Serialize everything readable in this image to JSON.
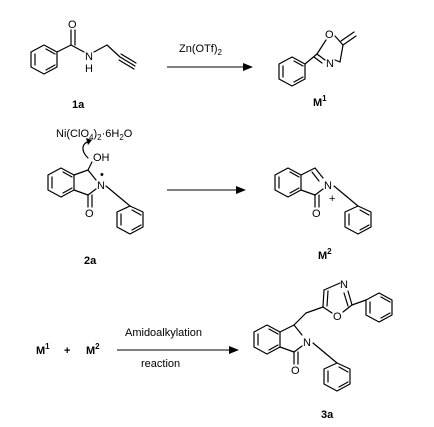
{
  "reaction_1": {
    "reagent": "Zn(OTf)",
    "reagent_sub": "2",
    "start_label": "1a",
    "product_label": "M",
    "product_sup": "1"
  },
  "reaction_2": {
    "reagent": "Ni(ClO",
    "reagent_sub1": "4",
    "reagent_mid": ")",
    "reagent_sub2": "2",
    "reagent_end": "·6H",
    "reagent_sub3": "2",
    "reagent_tail": "O",
    "hydroxyl": "OH",
    "nitrogen": "N",
    "radical": "•",
    "plus": "+",
    "start_label": "2a",
    "product_label": "M",
    "product_sup": "2"
  },
  "reaction_3": {
    "reactant_a": "M",
    "reactant_a_sup": "1",
    "plus": "+",
    "reactant_b": "M",
    "reactant_b_sup": "2",
    "arrow_top": "Amidoalkylation",
    "arrow_bottom": "reaction",
    "product_label": "3a"
  },
  "atoms": {
    "O": "O",
    "N": "N",
    "H": "H"
  }
}
